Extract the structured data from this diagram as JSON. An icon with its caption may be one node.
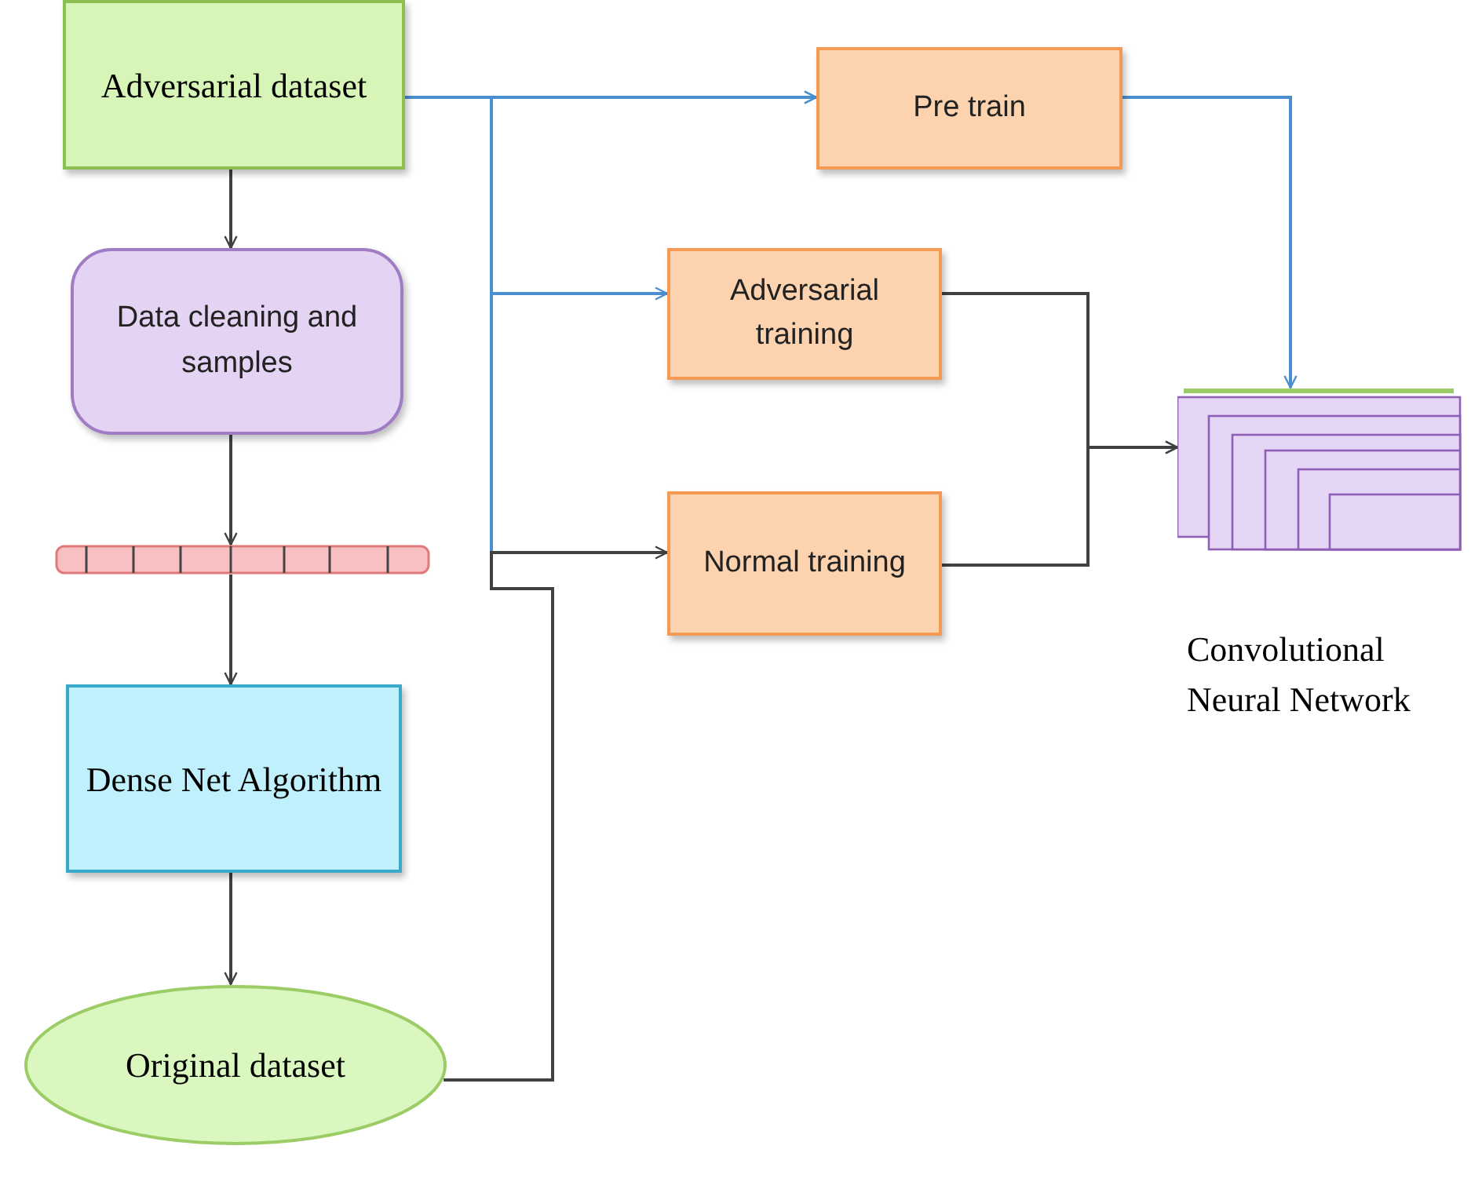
{
  "diagram": {
    "nodes": [
      {
        "text": [
          "Adversarial dataset"
        ]
      },
      {
        "text": [
          "Data cleaning and samples"
        ]
      },
      {
        "text": [],
        "shape": "bar"
      },
      {
        "text": [
          "Dense Net Algorithm"
        ]
      },
      {
        "text": [
          "Original dataset"
        ]
      },
      {
        "text": [
          "Pre train"
        ]
      },
      {
        "text": [
          "Adversarial training"
        ]
      },
      {
        "text": [
          "Normal training"
        ]
      },
      {
        "text": [],
        "shape": "picture",
        "beside": [
          "Convolutional Neural Network"
        ]
      }
    ],
    "edges": [
      {
        "from": 0,
        "to": 1,
        "arrow": "to"
      },
      {
        "from": 1,
        "to": 2,
        "arrow": "to"
      },
      {
        "from": 2,
        "to": 3,
        "arrow": "to"
      },
      {
        "from": 3,
        "to": 4,
        "arrow": "to"
      },
      {
        "from": 0,
        "to": 5,
        "arrow": "to",
        "color": "#4a90d0"
      },
      {
        "from": 4,
        "to": 5,
        "arrow": "to",
        "color": "#4a90d0"
      },
      {
        "from": 4,
        "to": 6,
        "arrow": "to",
        "color": "#4a90d0"
      },
      {
        "from": 4,
        "to": 7,
        "arrow": "to"
      },
      {
        "from": 5,
        "to": 8,
        "arrow": "to",
        "color": "#4a90d0"
      },
      {
        "from": 6,
        "to": 8,
        "arrow": "to"
      },
      {
        "from": 7,
        "to": 8,
        "arrow": "to"
      }
    ]
  }
}
